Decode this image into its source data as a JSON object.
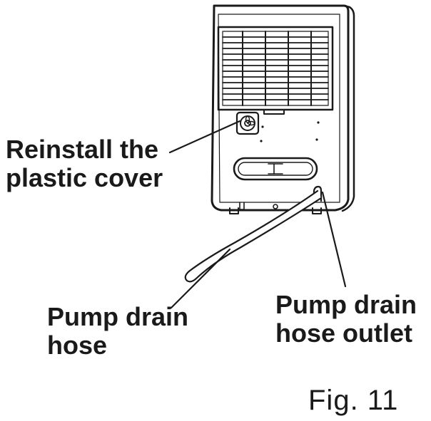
{
  "labels": {
    "cover": [
      "Reinstall the",
      "plastic cover"
    ],
    "hose": [
      "Pump drain",
      "hose"
    ],
    "outlet": [
      "Pump drain",
      "hose outlet"
    ]
  },
  "figure": "Fig. 11",
  "colors": {
    "line": "#1a1a1a",
    "body_fill": "#ffffff"
  }
}
